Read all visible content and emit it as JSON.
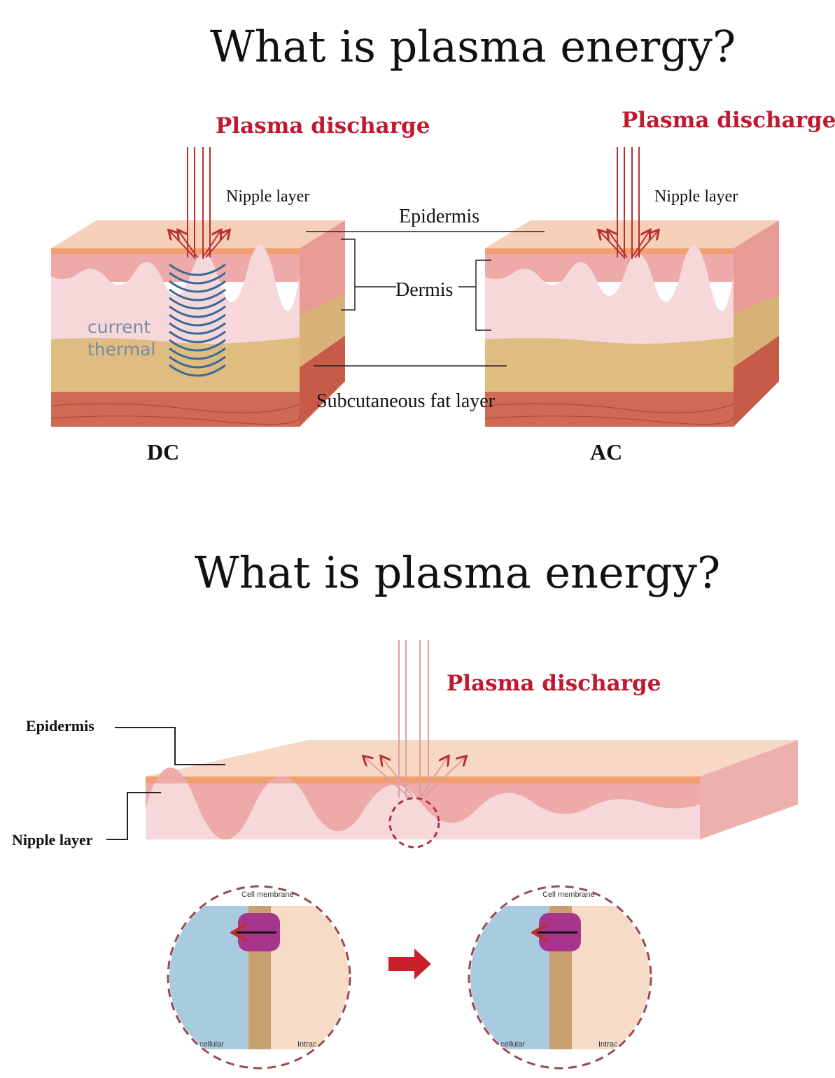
{
  "top_panel": {
    "title": "What is plasma energy?",
    "dc_discharge_label": "Plasma discharge",
    "ac_discharge_label": "Plasma discharge",
    "dc_nipple_label": "Nipple layer",
    "ac_nipple_label": "Nipple layer",
    "epidermis_label": "Epidermis",
    "dermis_label": "Dermis",
    "fat_label": "Subcutaneous fat layer",
    "current_label": "current",
    "thermal_label": "thermal",
    "dc_label": "DC",
    "ac_label": "AC"
  },
  "bottom_panel": {
    "title": "What is plasma energy?",
    "discharge_label": "Plasma discharge",
    "epidermis_label": "Epidermis",
    "nipple_label": "Nipple layer",
    "cell_membrane_label": "Cell membrane",
    "extracellular_label": "cellular",
    "intracellular_label": "Intrac"
  },
  "colors": {
    "accent_red": "#c0182f",
    "epidermis": "#f0a070",
    "dermis": "#f5d0d2",
    "fat": "#dfbd80",
    "muscle": "#cf6a55",
    "thermal_waves": "#3c6a9a"
  }
}
